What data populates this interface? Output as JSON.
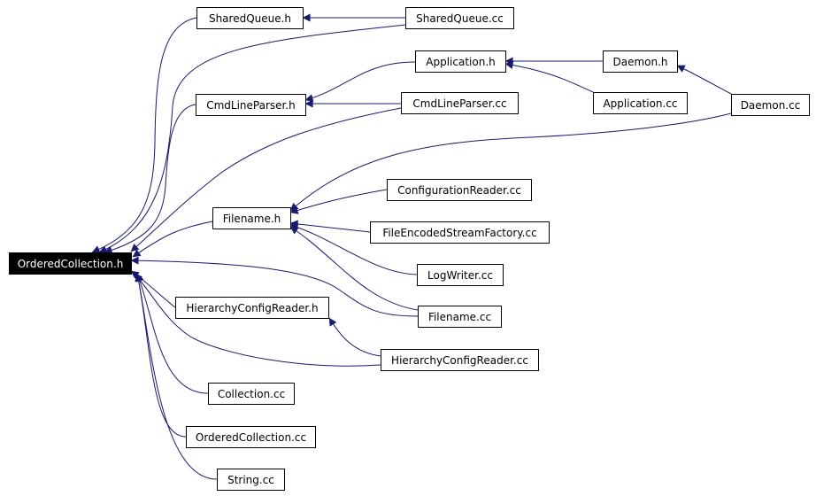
{
  "graph": {
    "root_id": "ordered_collection_h",
    "colors": {
      "edge": "#191970",
      "node_border": "#000000",
      "node_fill": "#ffffff",
      "root_fill": "#000000",
      "root_text": "#ffffff",
      "text": "#000000"
    },
    "nodes": [
      {
        "id": "shared_queue_h",
        "label": "SharedQueue.h"
      },
      {
        "id": "shared_queue_cc",
        "label": "SharedQueue.cc"
      },
      {
        "id": "application_h",
        "label": "Application.h"
      },
      {
        "id": "daemon_h",
        "label": "Daemon.h"
      },
      {
        "id": "cmd_line_parser_h",
        "label": "CmdLineParser.h"
      },
      {
        "id": "cmd_line_parser_cc",
        "label": "CmdLineParser.cc"
      },
      {
        "id": "application_cc",
        "label": "Application.cc"
      },
      {
        "id": "daemon_cc",
        "label": "Daemon.cc"
      },
      {
        "id": "configuration_reader_cc",
        "label": "ConfigurationReader.cc"
      },
      {
        "id": "filename_h",
        "label": "Filename.h"
      },
      {
        "id": "file_encoded_stream_factory_cc",
        "label": "FileEncodedStreamFactory.cc"
      },
      {
        "id": "ordered_collection_h",
        "label": "OrderedCollection.h"
      },
      {
        "id": "log_writer_cc",
        "label": "LogWriter.cc"
      },
      {
        "id": "hierarchy_config_reader_h",
        "label": "HierarchyConfigReader.h"
      },
      {
        "id": "filename_cc",
        "label": "Filename.cc"
      },
      {
        "id": "hierarchy_config_reader_cc",
        "label": "HierarchyConfigReader.cc"
      },
      {
        "id": "collection_cc",
        "label": "Collection.cc"
      },
      {
        "id": "ordered_collection_cc",
        "label": "OrderedCollection.cc"
      },
      {
        "id": "string_cc",
        "label": "String.cc"
      }
    ],
    "edges": [
      {
        "from": "shared_queue_h",
        "to": "ordered_collection_h"
      },
      {
        "from": "shared_queue_cc",
        "to": "shared_queue_h"
      },
      {
        "from": "shared_queue_cc",
        "to": "ordered_collection_h"
      },
      {
        "from": "application_h",
        "to": "cmd_line_parser_h"
      },
      {
        "from": "daemon_h",
        "to": "application_h"
      },
      {
        "from": "application_cc",
        "to": "application_h"
      },
      {
        "from": "daemon_cc",
        "to": "daemon_h"
      },
      {
        "from": "daemon_cc",
        "to": "filename_h"
      },
      {
        "from": "cmd_line_parser_h",
        "to": "ordered_collection_h"
      },
      {
        "from": "cmd_line_parser_cc",
        "to": "cmd_line_parser_h"
      },
      {
        "from": "cmd_line_parser_cc",
        "to": "ordered_collection_h"
      },
      {
        "from": "filename_h",
        "to": "ordered_collection_h"
      },
      {
        "from": "configuration_reader_cc",
        "to": "filename_h"
      },
      {
        "from": "file_encoded_stream_factory_cc",
        "to": "filename_h"
      },
      {
        "from": "log_writer_cc",
        "to": "filename_h"
      },
      {
        "from": "filename_cc",
        "to": "filename_h"
      },
      {
        "from": "filename_cc",
        "to": "ordered_collection_h"
      },
      {
        "from": "hierarchy_config_reader_h",
        "to": "ordered_collection_h"
      },
      {
        "from": "hierarchy_config_reader_cc",
        "to": "hierarchy_config_reader_h"
      },
      {
        "from": "hierarchy_config_reader_cc",
        "to": "ordered_collection_h"
      },
      {
        "from": "collection_cc",
        "to": "ordered_collection_h"
      },
      {
        "from": "ordered_collection_cc",
        "to": "ordered_collection_h"
      },
      {
        "from": "string_cc",
        "to": "ordered_collection_h"
      }
    ]
  }
}
